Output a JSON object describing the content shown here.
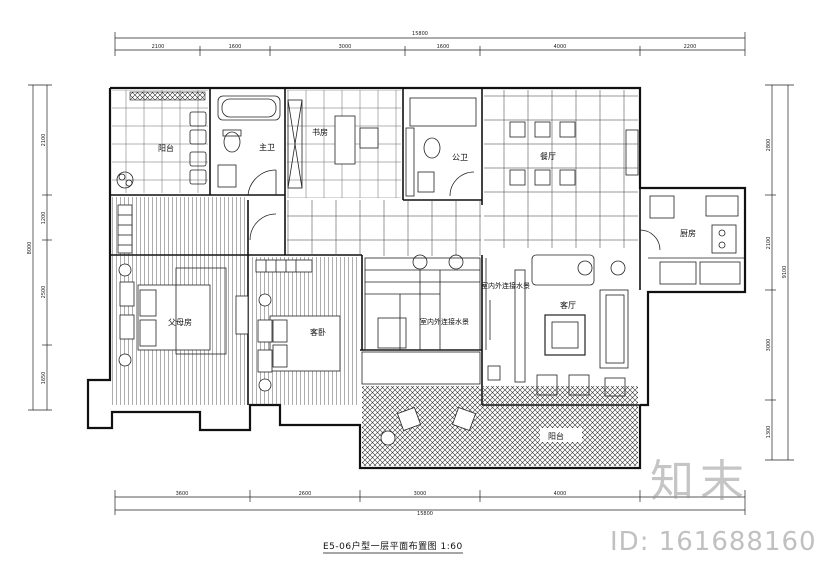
{
  "drawing": {
    "title": "E5-06户型一层平面布置图 1:60",
    "dims_top": {
      "total": "15800",
      "segments": [
        "2100",
        "1600",
        "3000",
        "1600",
        "4000",
        "2200"
      ]
    },
    "dims_bottom": {
      "total": "15800",
      "segments": [
        "3600",
        "2600",
        "3000",
        "4000"
      ]
    },
    "dims_left": {
      "total": "8000",
      "segments": [
        "2100",
        "1200",
        "2500",
        "1650"
      ]
    },
    "dims_right": {
      "total": "9100",
      "segments": [
        "2800",
        "2100",
        "3000",
        "1300"
      ]
    },
    "rooms": {
      "balcony_nw": "阳台",
      "master_bath": "主卫",
      "study": "书房",
      "public_bath": "公卫",
      "dining": "餐厅",
      "kitchen": "厨房",
      "parents_room": "父母房",
      "guest_room": "客卧",
      "living": "客厅",
      "balcony_s": "阳台"
    },
    "notes": {
      "floor_note_1": "室内外连接水景",
      "floor_note_2": "室内外连接水景"
    }
  },
  "watermark": {
    "logo_text": "知末",
    "id_text": "ID: 161688160"
  },
  "colors": {
    "line": "#1a1a1a",
    "watermark": "#969696"
  }
}
